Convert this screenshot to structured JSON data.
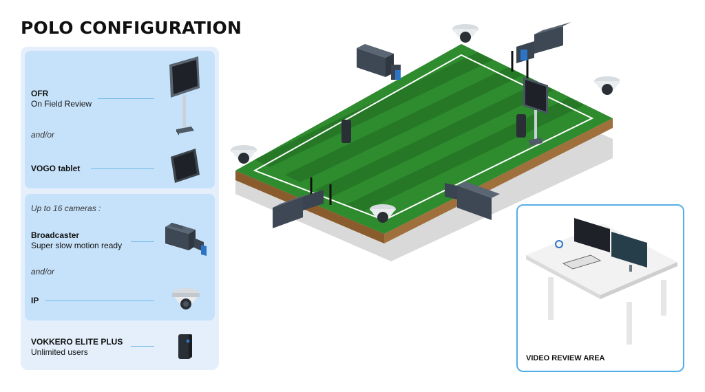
{
  "title": "POLO CONFIGURATION",
  "legend": {
    "ofr_title": "OFR",
    "ofr_sub": "On Field Review",
    "andor1": "and/or",
    "tablet": "VOGO tablet",
    "cameras_header": "Up to 16 cameras :",
    "broadcaster_title": "Broadcaster",
    "broadcaster_sub": "Super slow motion ready",
    "andor2": "and/or",
    "ip": "IP",
    "vokkero_title": "VOKKERO ELITE PLUS",
    "vokkero_sub": "Unlimited users"
  },
  "review_area": {
    "label": "VIDEO REVIEW AREA"
  },
  "colors": {
    "accent_line": "#6bb6ea",
    "panel_light": "#e4effb",
    "panel_dark": "#c6e2fa",
    "field_green": "#2e8b2e",
    "field_dark_stripe": "#267826",
    "soil": "#a0703c",
    "review_border": "#55aee8"
  },
  "icons": [
    "monitor-stand-icon",
    "tablet-icon",
    "broadcast-camera-icon",
    "dome-camera-icon",
    "radio-pager-icon",
    "desk-icon"
  ]
}
